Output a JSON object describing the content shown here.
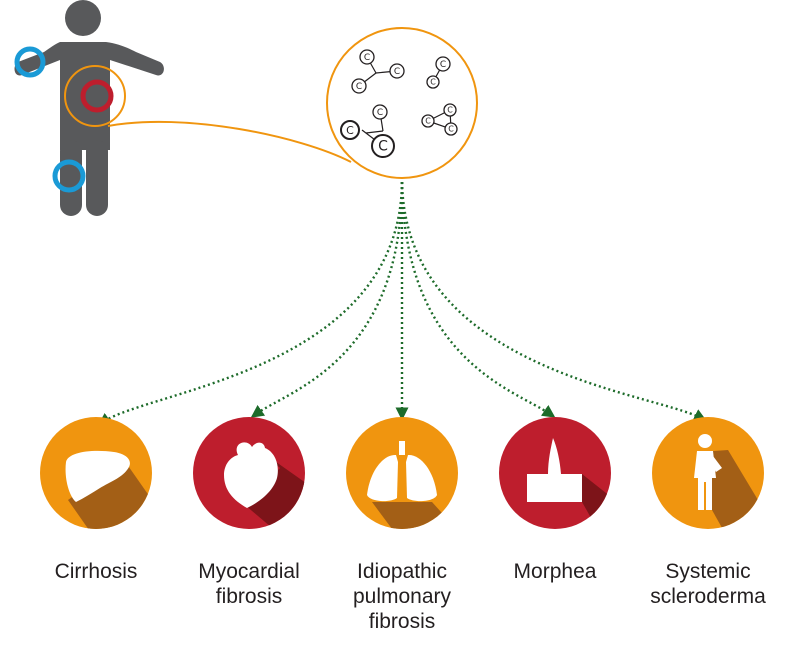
{
  "colors": {
    "body": "#58595b",
    "blue_ring": "#1a9ad6",
    "red_ring": "#be1e2d",
    "orange": "#f0950f",
    "orange_shadow": "#a35f16",
    "red": "#be1e2d",
    "red_shadow": "#7d1419",
    "green_arrow": "#1d6b2a",
    "icon": "#ffffff"
  },
  "cell_glyph": "C",
  "diseases": [
    {
      "id": "cirrhosis",
      "icon": "liver-icon",
      "theme": "orange",
      "lines": [
        "Cirrhosis"
      ]
    },
    {
      "id": "myocardial-fibrosis",
      "icon": "heart-icon",
      "theme": "red",
      "lines": [
        "Myocardial",
        "fibrosis"
      ]
    },
    {
      "id": "idiopathic-pulmonary-fibrosis",
      "icon": "lungs-icon",
      "theme": "orange",
      "lines": [
        "Idiopathic",
        "pulmonary",
        "fibrosis"
      ]
    },
    {
      "id": "morphea",
      "icon": "skin-hair-icon",
      "theme": "red",
      "lines": [
        "Morphea"
      ]
    },
    {
      "id": "systemic-scleroderma",
      "icon": "person-pain-icon",
      "theme": "orange",
      "lines": [
        "Systemic",
        "scleroderma"
      ]
    }
  ]
}
